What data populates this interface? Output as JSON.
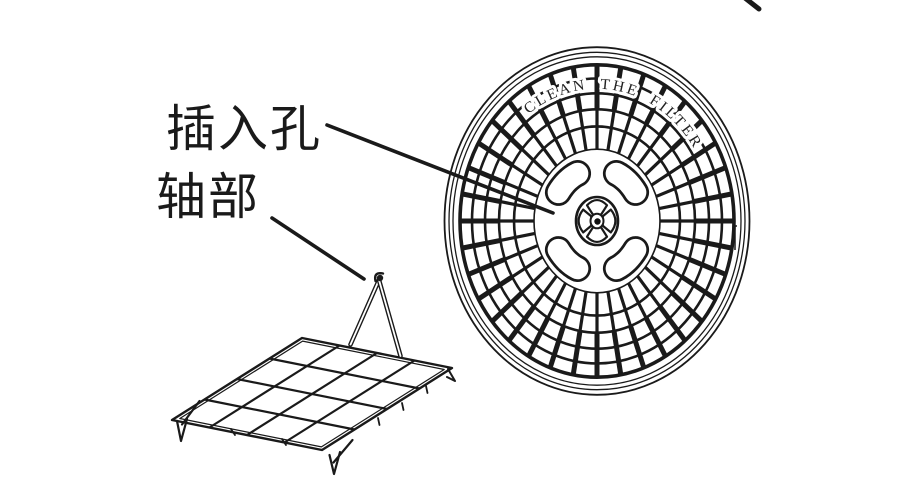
{
  "labels": {
    "insertion_hole": "插入孔",
    "shaft": "轴部"
  },
  "filter": {
    "embossed_text": "CLEAN THE FILTER"
  },
  "colors": {
    "line_color": "#1a1a1a",
    "background": "#ffffff"
  }
}
